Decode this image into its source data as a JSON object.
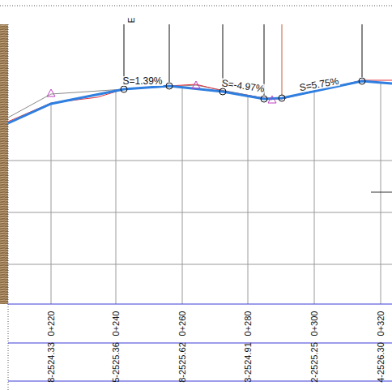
{
  "diagram": {
    "labels": [
      "E",
      "S=1.39%",
      "S=-4.97%",
      "S=5.75%",
      "0+220",
      "0+240",
      "0+260",
      "0+280",
      "0+300",
      "0+320",
      "8-2524.33",
      "5-2525.36",
      "8-2525.62",
      "3-2524.91",
      "2-2525.25",
      "4-2526.30"
    ]
  }
}
